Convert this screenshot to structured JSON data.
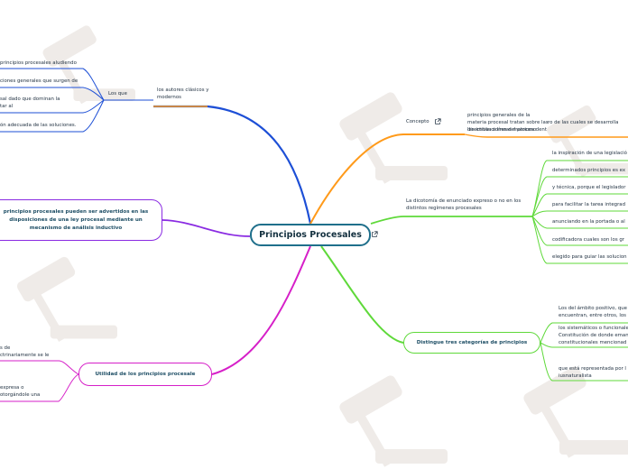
{
  "central": {
    "title": "Principios Procesales"
  },
  "left_top": {
    "parent_label": "Los que",
    "parent_desc": "los autores clásicos y modernos",
    "leaves": [
      "principios procesales aludiendo",
      "ciones generales que surgen de",
      "sal dado que dominan la",
      "tar al",
      "ón adecuada de las soluciones."
    ]
  },
  "left_mid": {
    "lines": [
      "principios procesales pueden ser advertidos en las",
      "disposiciones de una ley procesal mediante un",
      "mecanismo de análisis inductivo"
    ]
  },
  "left_bottom": {
    "label": "Utilidad de los principios procesale",
    "fragments": [
      "s de",
      "ctrinariamente se le",
      "expresa o",
      "otorgándole una"
    ]
  },
  "right_concepto": {
    "label": "Concepto",
    "text_a": "principios generales de la materia procesal tratan sobre las directivas o líneas matrices dent",
    "text_b": "ro de las cuales se desarrolla",
    "text_c": "las instituciones del proceso"
  },
  "right_dicotomia": {
    "label": "La dicotomía de enunciado expreso o no en los distintos regímenes procesales",
    "leaves": [
      "la inspiración de una legislació",
      "determinados principios es ex",
      "y técnica, porque el legislador",
      "para facilitar la tarea integrad",
      "anunciando en la portada o al",
      "codificadora cuales son los gr",
      "elegido para guiar las solucion"
    ]
  },
  "right_distingue": {
    "label": "Distingue tres categorías de principios",
    "leaves": [
      [
        "Los del ámbito positivo, que",
        "encuentran, entre otros, los"
      ],
      [
        "los sistemáticos o funcionale",
        "Constitución de donde emana",
        "constitucionales mencionad"
      ],
      [
        "que está representada por l",
        "iusnaturalista"
      ]
    ]
  },
  "colors": {
    "central": "#1f6f8b",
    "blue": "#1d4fd6",
    "orange": "#ff9a1a",
    "green": "#5fd93a",
    "magenta": "#d61fc8",
    "purple": "#8a2be2"
  },
  "icons": [
    "gavel-watermark-icon",
    "external-link-icon"
  ]
}
